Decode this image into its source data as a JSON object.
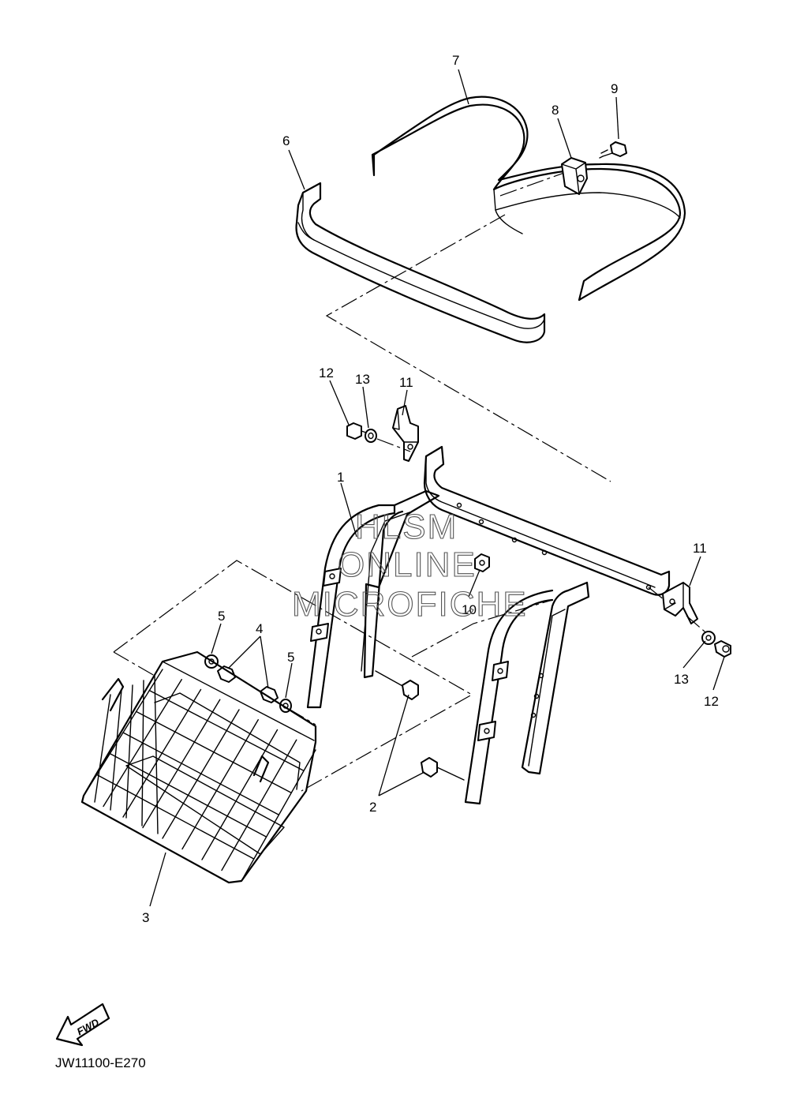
{
  "diagram_code": "JW11100-E270",
  "direction_label": "FWD",
  "watermark": [
    "HLSM",
    "ONLINE",
    "MICROFICHE"
  ],
  "callouts": {
    "c1": "1",
    "c2": "2",
    "c3": "3",
    "c4": "4",
    "c5a": "5",
    "c5b": "5",
    "c6": "6",
    "c7": "7",
    "c8": "8",
    "c9": "9",
    "c10": "10",
    "c11a": "11",
    "c11b": "11",
    "c12a": "12",
    "c12b": "12",
    "c13a": "13",
    "c13b": "13"
  }
}
